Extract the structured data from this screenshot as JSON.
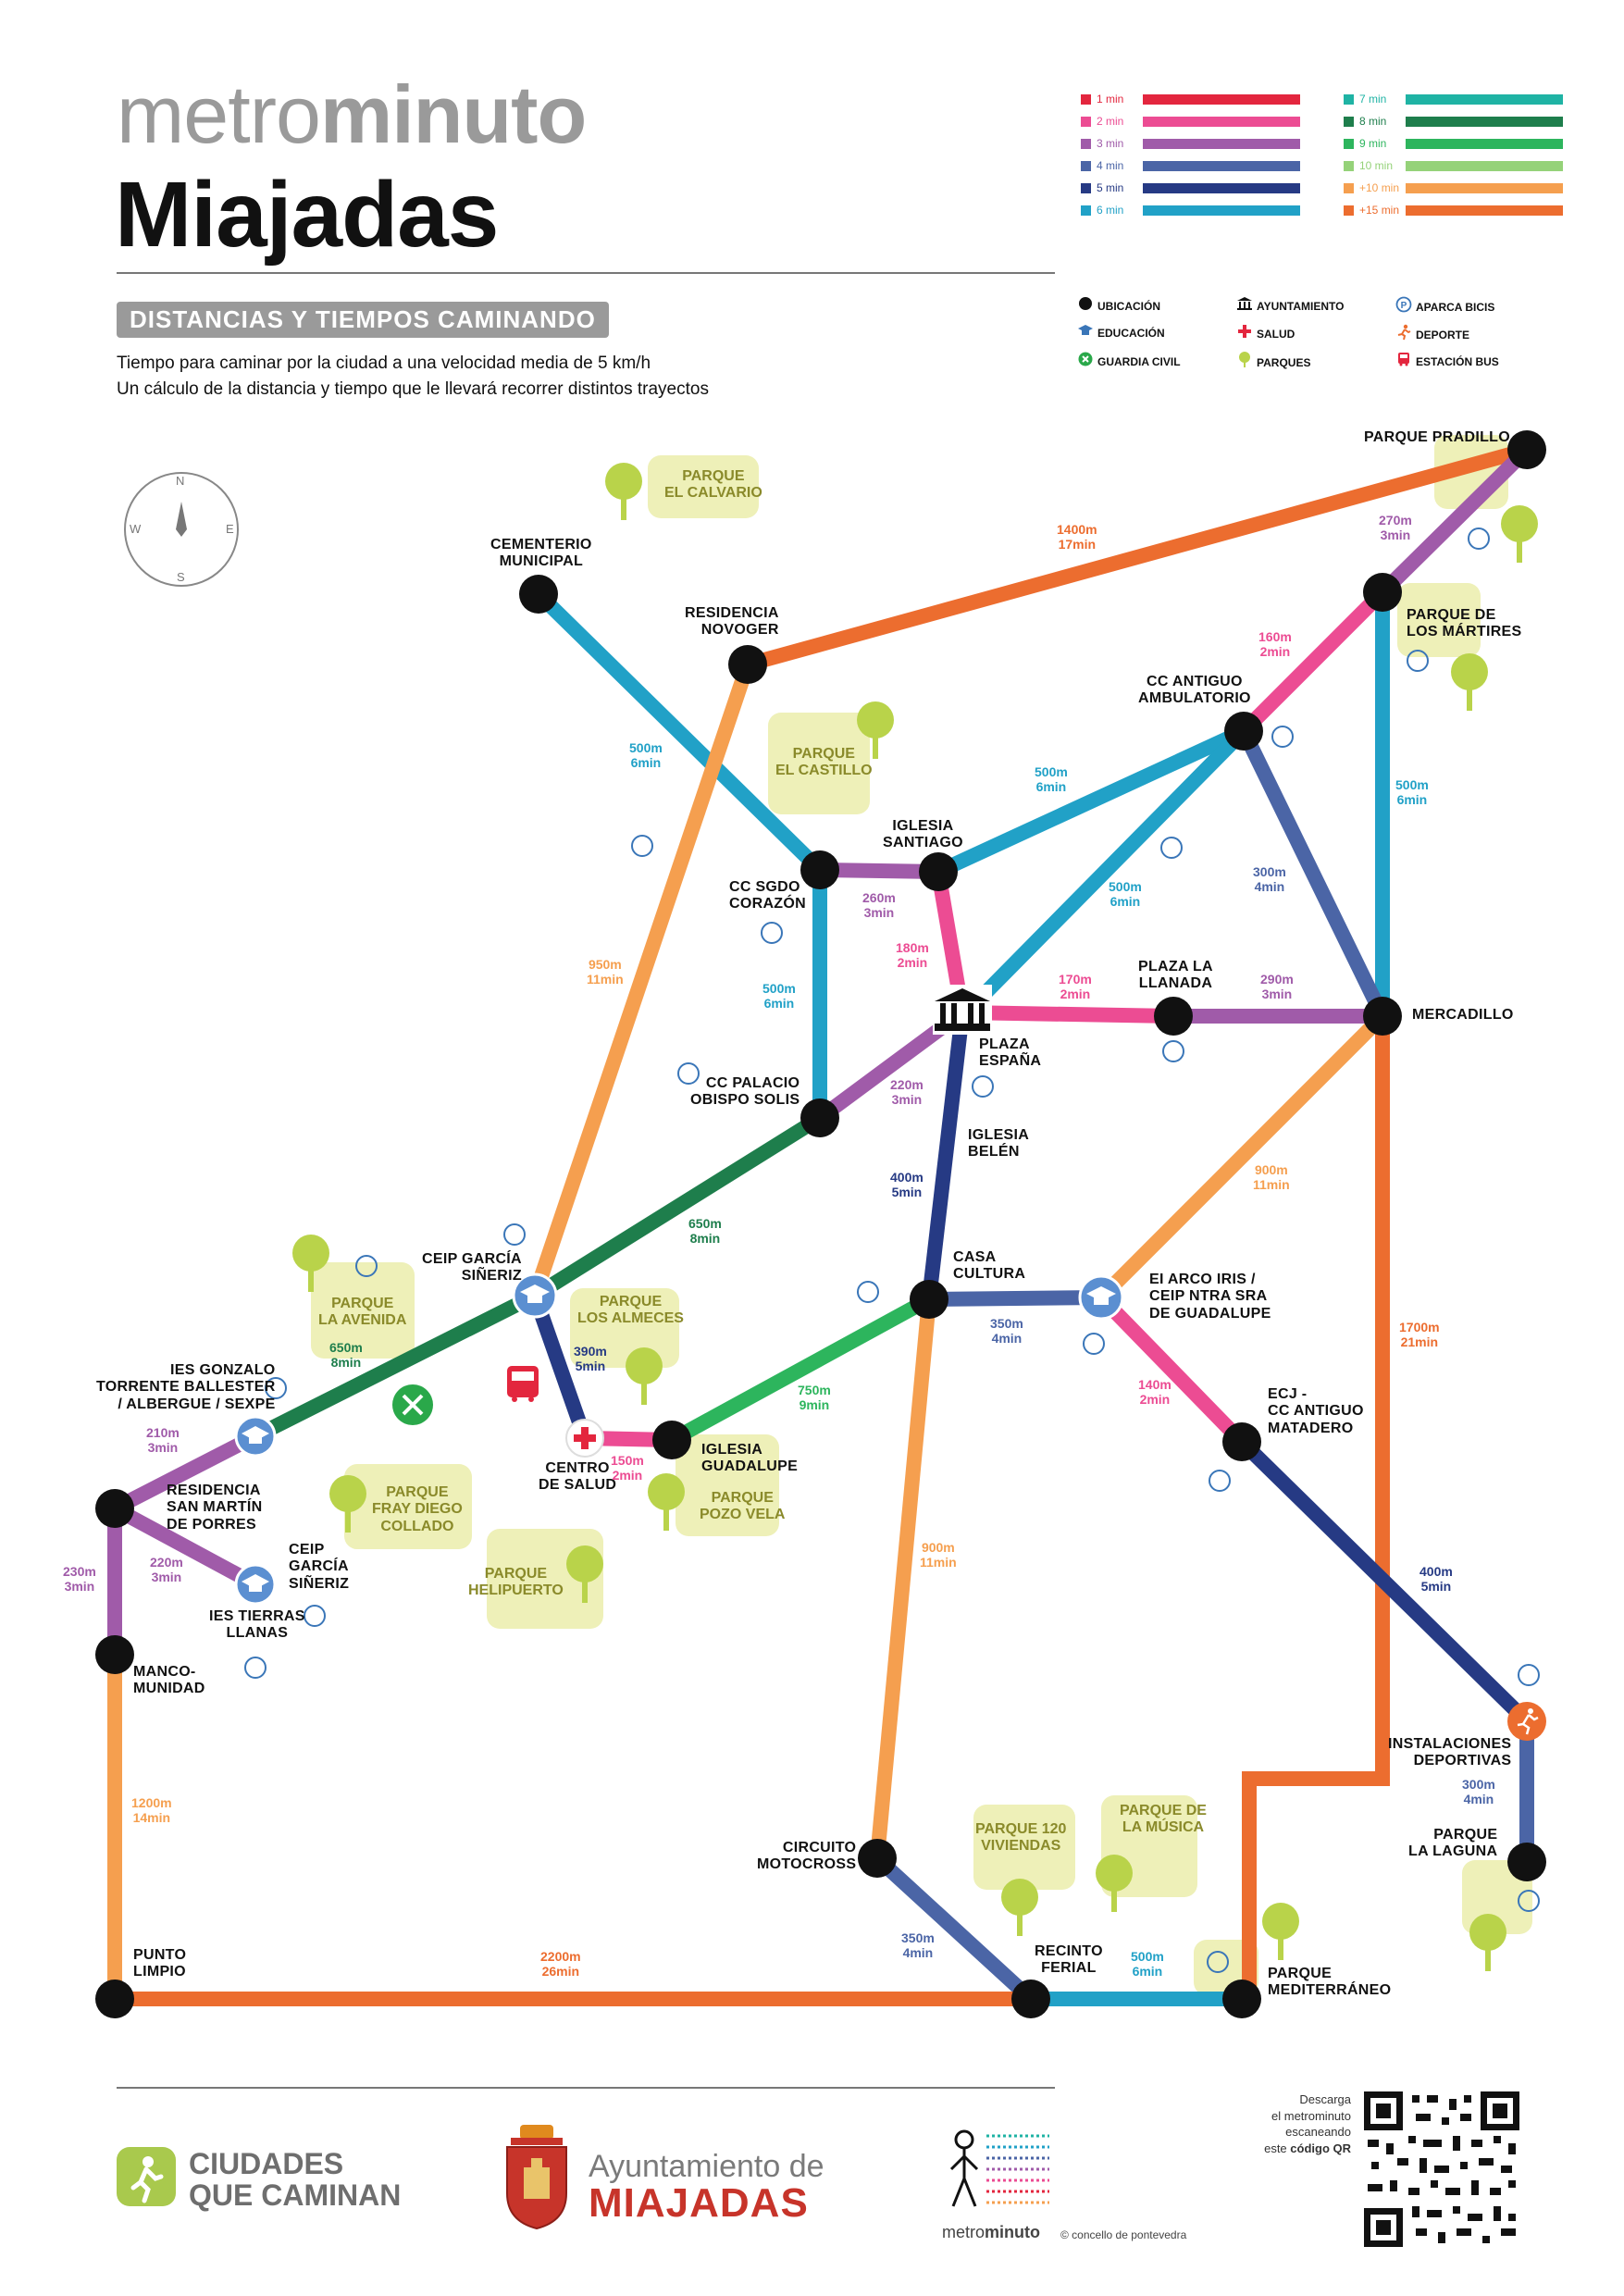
{
  "header": {
    "brand_light": "metro",
    "brand_bold": "minuto",
    "city": "Miajadas",
    "subtitle": "DISTANCIAS Y TIEMPOS CAMINANDO",
    "description_1": "Tiempo para caminar por la ciudad a una velocidad media de 5 km/h",
    "description_2": "Un cálculo de la distancia y tiempo que le llevará recorrer distintos trayectos"
  },
  "time_legend": [
    {
      "label": "1 min",
      "color": "#e3263e"
    },
    {
      "label": "2 min",
      "color": "#ec4c93"
    },
    {
      "label": "3 min",
      "color": "#a05ba9"
    },
    {
      "label": "4 min",
      "color": "#4b65a6"
    },
    {
      "label": "5 min",
      "color": "#263a84"
    },
    {
      "label": "6 min",
      "color": "#21a1c7"
    },
    {
      "label": "7 min",
      "color": "#1fb3a4"
    },
    {
      "label": "8 min",
      "color": "#1e7e4c"
    },
    {
      "label": "9 min",
      "color": "#2db55d"
    },
    {
      "label": "10 min",
      "color": "#95d279"
    },
    {
      "label": "+10 min",
      "color": "#f59f4f"
    },
    {
      "label": "+15 min",
      "color": "#ec6d2f"
    }
  ],
  "icon_legend": [
    {
      "label": "UBICACIÓN",
      "icon": "location-dot-icon"
    },
    {
      "label": "EDUCACIÓN",
      "icon": "graduation-cap-icon"
    },
    {
      "label": "GUARDIA CIVIL",
      "icon": "guardia-civil-icon"
    },
    {
      "label": "AYUNTAMIENTO",
      "icon": "town-hall-icon"
    },
    {
      "label": "SALUD",
      "icon": "health-cross-icon"
    },
    {
      "label": "PARQUES",
      "icon": "tree-icon"
    },
    {
      "label": "APARCA BICIS",
      "icon": "bike-parking-icon"
    },
    {
      "label": "DEPORTE",
      "icon": "runner-icon"
    },
    {
      "label": "ESTACIÓN BUS",
      "icon": "bus-icon"
    }
  ],
  "compass": {
    "n": "N",
    "s": "S",
    "e": "E",
    "w": "W"
  },
  "stations": {
    "parque_pradillo": "PARQUE PRADILLO",
    "parque_martires": "PARQUE DE\nLOS MÁRTIRES",
    "cementerio": "CEMENTERIO\nMUNICIPAL",
    "residencia_novoger": "RESIDENCIA\nNOVOGER",
    "cc_antiguo_ambulatorio": "CC ANTIGUO\nAMBULATORIO",
    "iglesia_santiago": "IGLESIA\nSANTIAGO",
    "cc_sgdo_corazon": "CC SGDO\nCORAZÓN",
    "plaza_espana": "PLAZA\nESPAÑA",
    "plaza_llanada": "PLAZA LA\nLLANADA",
    "mercadillo": "MERCADILLO",
    "cc_palacio": "CC PALACIO\nOBISPO SOLIS",
    "iglesia_belen": "IGLESIA\nBELÉN",
    "ceip_garcia_1": "CEIP GARCÍA\nSIÑERIZ",
    "casa_cultura": "CASA\nCULTURA",
    "ei_arco_iris": "EI ARCO IRIS /\nCEIP NTRA SRA\nDE GUADALUPE",
    "ies_gonzalo": "IES GONZALO\nTORRENTE BALLESTER\n/ ALBERGUE / SEXPE",
    "ecj": "ECJ -\nCC ANTIGUO\nMATADERO",
    "centro_salud": "CENTRO\nDE SALUD",
    "iglesia_guadalupe": "IGLESIA\nGUADALUPE",
    "residencia_san_martin": "RESIDENCIA\nSAN MARTÍN\nDE PORRES",
    "ceip_garcia_2": "CEIP\nGARCÍA\nSIÑERIZ",
    "ies_tierras": "IES TIERRAS\nLLANAS",
    "mancomunidad": "MANCO-\nMUNIDAD",
    "instalaciones": "INSTALACIONES\nDEPORTIVAS",
    "parque_laguna": "PARQUE\nLA LAGUNA",
    "circuito": "CIRCUITO\nMOTOCROSS",
    "punto_limpio": "PUNTO\nLIMPIO",
    "recinto_ferial": "RECINTO\nFERIAL",
    "parque_mediterraneo": "PARQUE\nMEDITERRÁNEO"
  },
  "parks": {
    "calvario": "PARQUE\nEL CALVARIO",
    "castillo": "PARQUE\nEL CASTILLO",
    "avenida": "PARQUE\nLA AVENIDA",
    "almeces": "PARQUE\nLOS ALMECES",
    "fray_diego": "PARQUE\nFRAY DIEGO\nCOLLADO",
    "helipuerto": "PARQUE\nHELIPUERTO",
    "pozo_vela": "PARQUE\nPOZO VELA",
    "viviendas": "PARQUE 120\nVIVIENDAS",
    "musica": "PARQUE DE\nLA MÚSICA"
  },
  "distances": {
    "d_novoger_pradillo": "1400m\n17min",
    "d_pradillo_martires": "270m\n3min",
    "d_martires_ambulatorio": "160m\n2min",
    "d_martires_mercadillo": "500m\n6min",
    "d_cementerio_sgdo": "500m\n6min",
    "d_ambulatorio_santiago": "500m\n6min",
    "d_ambulatorio_plaza": "500m\n6min",
    "d_ambulatorio_mercadillo": "300m\n4min",
    "d_sgdo_santiago": "260m\n3min",
    "d_santiago_plaza": "180m\n2min",
    "d_novoger_ceip": "950m\n11min",
    "d_sgdo_palacio": "500m\n6min",
    "d_plaza_llanada": "170m\n2min",
    "d_llanada_mercadillo": "290m\n3min",
    "d_plaza_palacio": "220m\n3min",
    "d_plaza_casa": "400m\n5min",
    "d_palacio_ceip": "650m\n8min",
    "d_mercadillo_arco": "900m\n11min",
    "d_mercadillo_mediterraneo": "1700m\n21min",
    "d_ceip_salud": "390m\n5min",
    "d_casa_arco": "350m\n4min",
    "d_casa_guadalupe": "750m\n9min",
    "d_avenida": "650m\n8min",
    "d_ceip_ies": "210m\n3min",
    "d_arco_ecj": "140m\n2min",
    "d_salud_guadalupe": "150m\n2min",
    "d_ecj_instalaciones": "400m\n5min",
    "d_sanmartin_tierras": "220m\n3min",
    "d_sanmartin_manco": "230m\n3min",
    "d_casa_circuito": "900m\n11min",
    "d_manco_punto": "1200m\n14min",
    "d_instalaciones_laguna": "300m\n4min",
    "d_circuito_ferial": "350m\n4min",
    "d_ferial_mediterraneo": "500m\n6min",
    "d_punto_ferial": "2200m\n26min"
  },
  "footer": {
    "ciudades_1": "CIUDADES",
    "ciudades_2": "QUE CAMINAN",
    "ayuntamiento_1": "Ayuntamiento de",
    "ayuntamiento_2": "MIAJADAS",
    "metro_light": "metro",
    "metro_bold": "minuto",
    "pontevedra": "© concello de pontevedra",
    "qr_1": "Descarga",
    "qr_2": "el metrominuto",
    "qr_3": "escaneando",
    "qr_4a": "este ",
    "qr_4b": "código QR"
  }
}
